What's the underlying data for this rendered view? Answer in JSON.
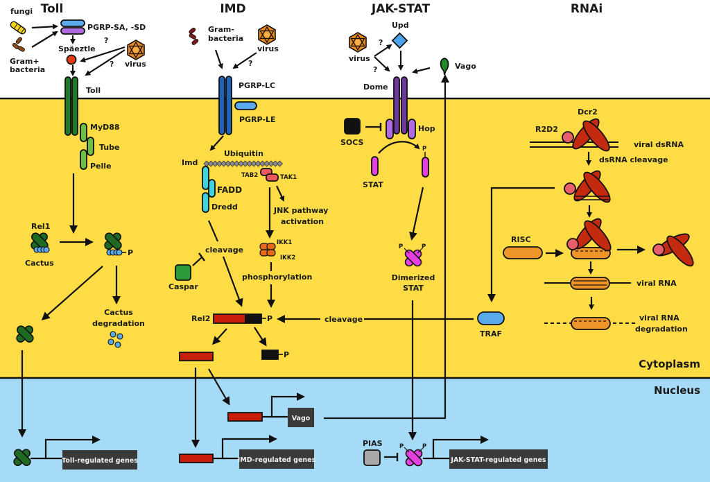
{
  "pathways": {
    "toll": "Toll",
    "imd": "IMD",
    "jakstat": "JAK-STAT",
    "rnai": "RNAi"
  },
  "compartments": {
    "cytoplasm": "Cytoplasm",
    "nucleus": "Nucleus"
  },
  "colors": {
    "extracellular": "#ffffff",
    "cytoplasm": "#fddc45",
    "nucleus": "#a6dbf7",
    "toll_green": "#1f7a2a",
    "toll_light_green": "#6cbf44",
    "imd_blue": "#1f62b8",
    "pgrp_light_blue": "#5aa9ea",
    "jak_purple": "#6b3a9e",
    "hop_purple": "#b06be0",
    "stat_magenta": "#e63fe0",
    "rel2_red": "#c91f0a",
    "dicer_red": "#c42a10",
    "r2d2_pink": "#ea5f6c",
    "risc_orange": "#ee9428",
    "ikk_orange": "#e36a1a",
    "tak_pink": "#e95a5e",
    "imd_cyan": "#3fd3e0",
    "gene_box": "#3a3a3a",
    "virus_orange": "#ee8a1a",
    "socs_black": "#111111",
    "pias_gray": "#a8a8a8",
    "caspar_green": "#2f9a3b",
    "vago_green": "#1f8a2a",
    "upd_blue": "#4fa3ec"
  },
  "toll": {
    "fungi": "fungi",
    "gram_pos_1": "Gram+",
    "gram_pos_2": "bacteria",
    "pgrp_sa_sd": "PGRP-SA, -SD",
    "spaetzle": "Späeztle",
    "virus": "virus",
    "question": "?",
    "receptor": "Toll",
    "myd88": "MyD88",
    "tube": "Tube",
    "pelle": "Pelle",
    "rel1": "Rel1",
    "cactus": "Cactus",
    "phospho": "P",
    "cactus_deg_1": "Cactus",
    "cactus_deg_2": "degradation",
    "genes": "Toll-regulated genes"
  },
  "imd": {
    "gram_neg_1": "Gram-",
    "gram_neg_2": "bacteria",
    "virus": "virus",
    "question": "?",
    "pgrp_lc": "PGRP-LC",
    "pgrp_le": "PGRP-LE",
    "ubiquitin": "Ubiquitin",
    "imd": "Imd",
    "fadd": "FADD",
    "dredd": "Dredd",
    "tab2": "TAB2",
    "tak1": "TAK1",
    "jnk_1": "JNK pathway",
    "jnk_2": "activation",
    "ikk1": "IKK1",
    "ikk2": "IKK2",
    "cleavage": "cleavage",
    "caspar": "Caspar",
    "phosphorylation": "phosphorylation",
    "rel2": "Rel2",
    "phospho": "P",
    "vago_gene": "Vago",
    "genes": "IMD-regulated genes"
  },
  "jakstat": {
    "upd": "Upd",
    "virus": "virus",
    "question": "?",
    "vago": "Vago",
    "dome": "Dome",
    "hop": "Hop",
    "socs": "SOCS",
    "stat": "STAT",
    "phospho": "P",
    "dimer_1": "Dimerized",
    "dimer_2": "STAT",
    "pias": "PIAS",
    "genes": "JAK-STAT-regulated genes"
  },
  "rnai": {
    "dcr2": "Dcr2",
    "r2d2": "R2D2",
    "viral_dsrna": "viral dsRNA",
    "dsrna_cleavage": "dsRNA cleavage",
    "risc": "RISC",
    "viral_rna": "viral RNA",
    "viral_rna_deg_1": "viral RNA",
    "viral_rna_deg_2": "degradation",
    "traf": "TRAF",
    "cleavage": "cleavage"
  }
}
